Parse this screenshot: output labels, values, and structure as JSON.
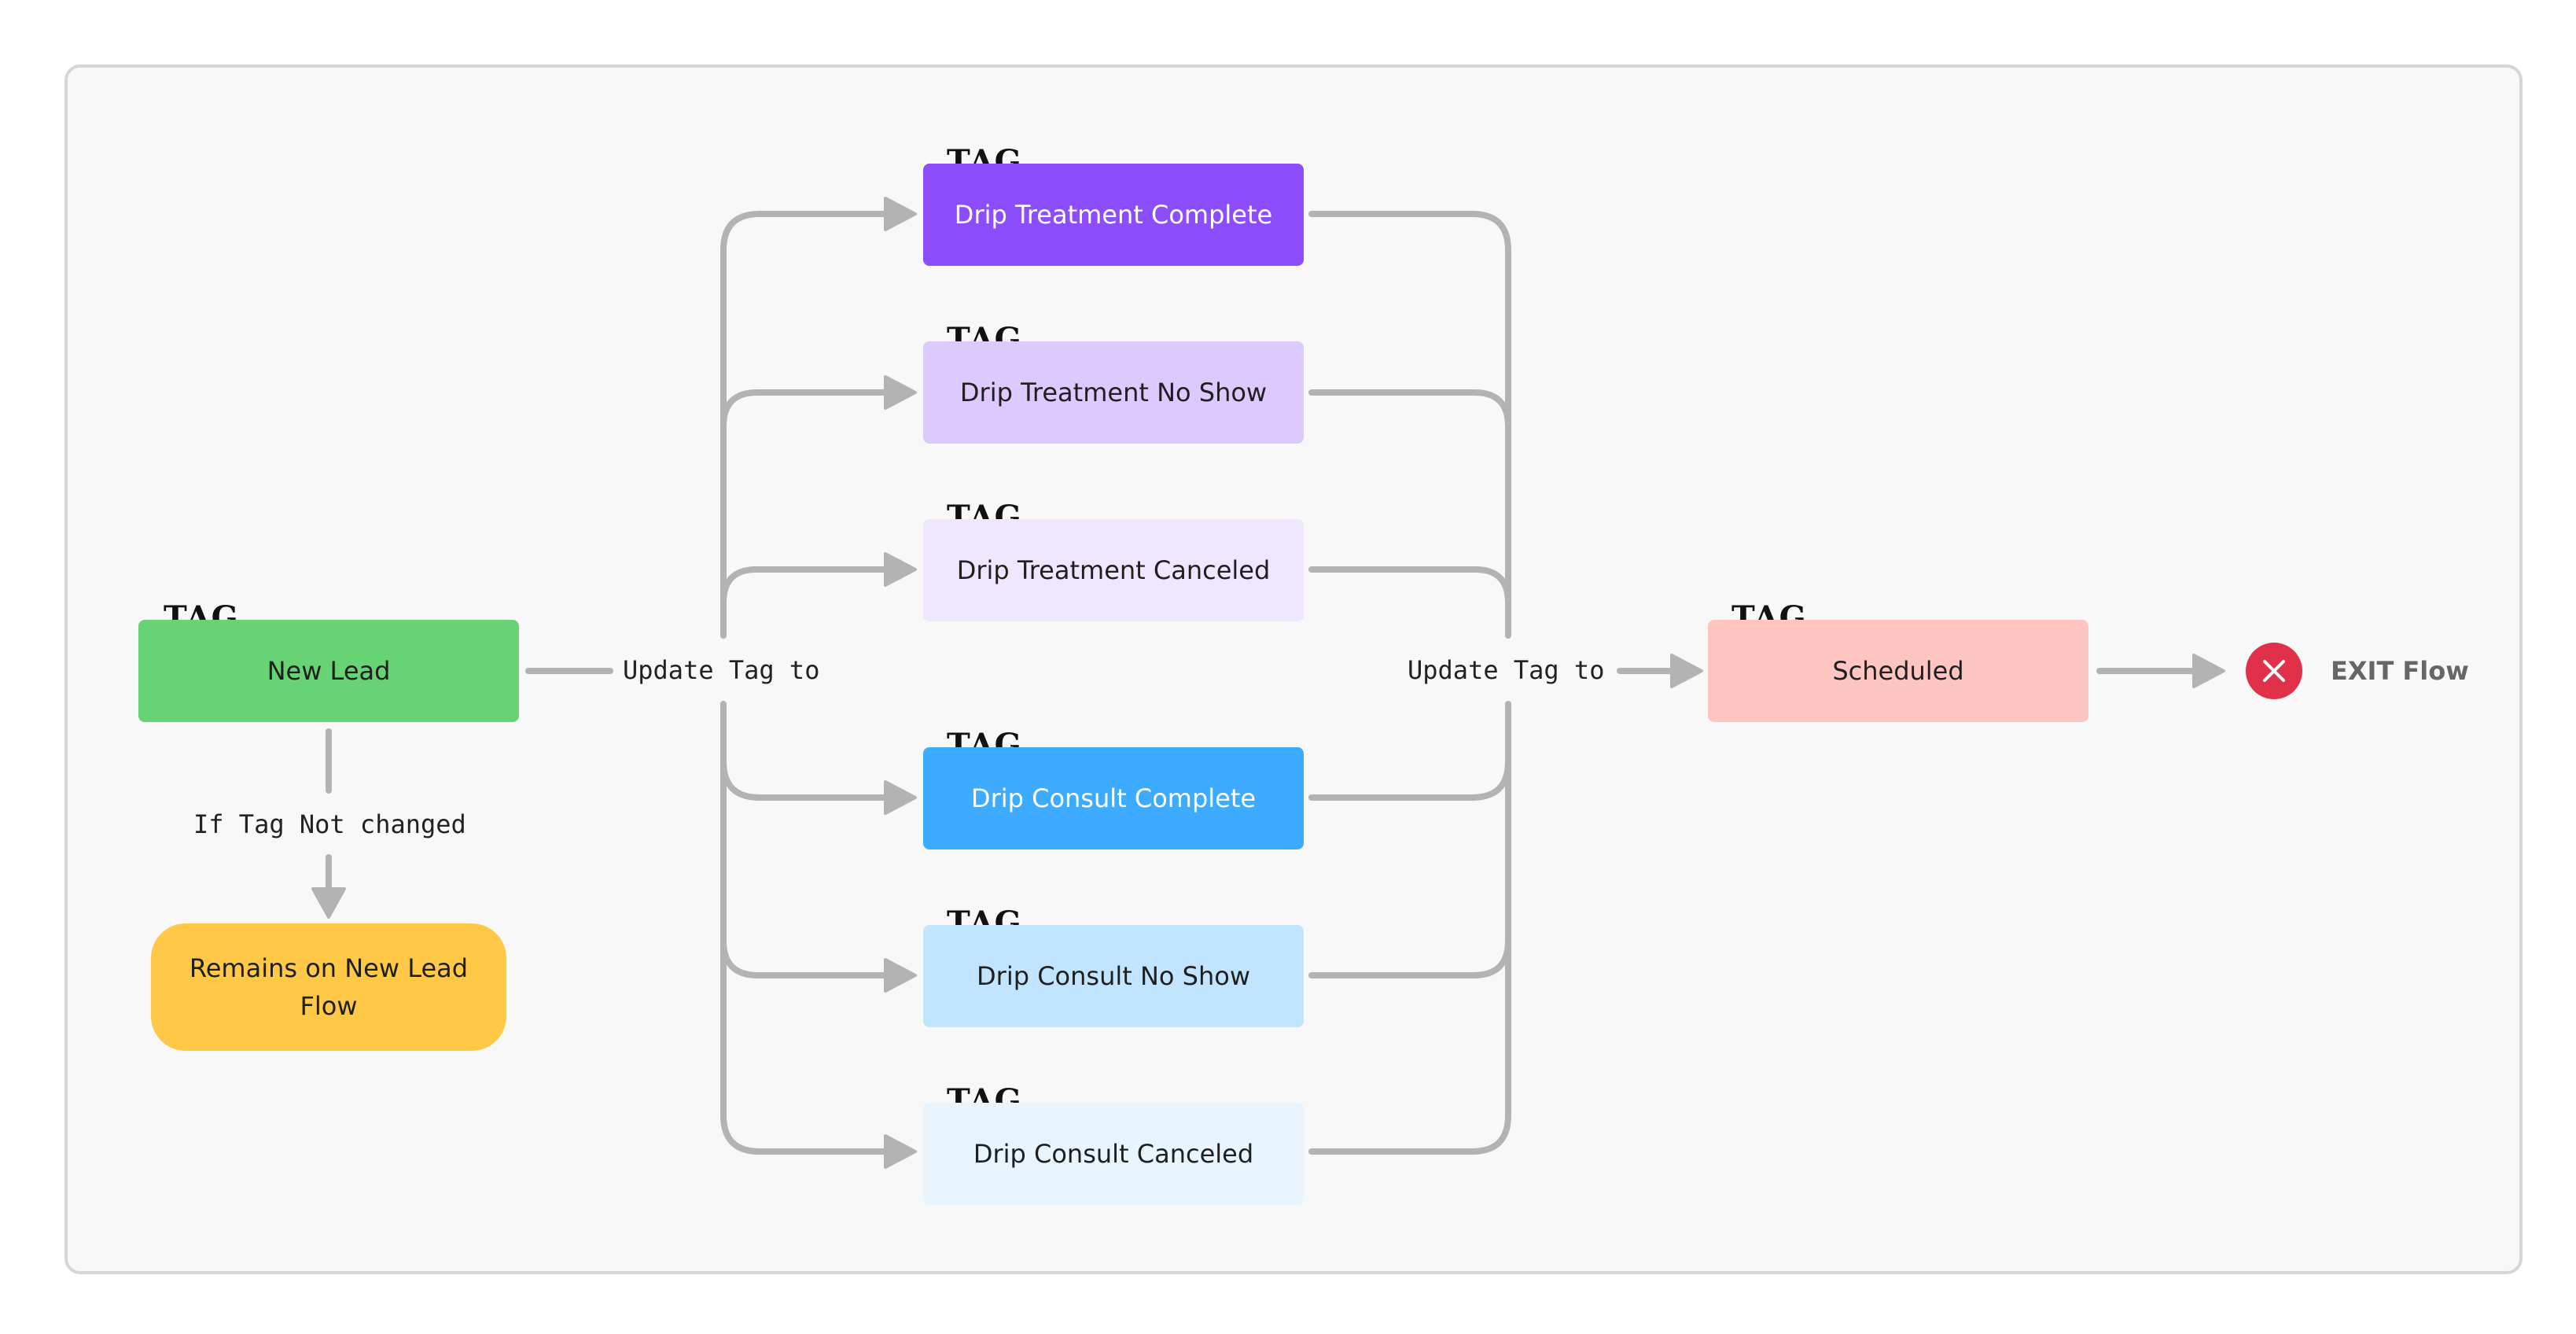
{
  "tag_label": "TAG",
  "colors": {
    "frame_bg": "#f8f8f8",
    "connector": "#b3b3b3",
    "new_lead": "#67d374",
    "remains": "#ffc947",
    "scheduled": "#ffc6c1",
    "exit": "#e0304a"
  },
  "nodes": {
    "new_lead": "New Lead",
    "remains": "Remains on New Lead Flow",
    "drip_treatment_complete": "Drip Treatment Complete",
    "drip_treatment_no_show": "Drip Treatment No Show",
    "drip_treatment_canceled": "Drip Treatment Canceled",
    "drip_consult_complete": "Drip Consult Complete",
    "drip_consult_no_show": "Drip Consult No Show",
    "drip_consult_canceled": "Drip Consult Canceled",
    "scheduled": "Scheduled"
  },
  "edge_labels": {
    "update_tag_left": "Update Tag to",
    "update_tag_right": "Update Tag to",
    "if_not_changed": "If Tag Not changed"
  },
  "exit": {
    "label": "EXIT Flow",
    "icon": "close-icon"
  }
}
